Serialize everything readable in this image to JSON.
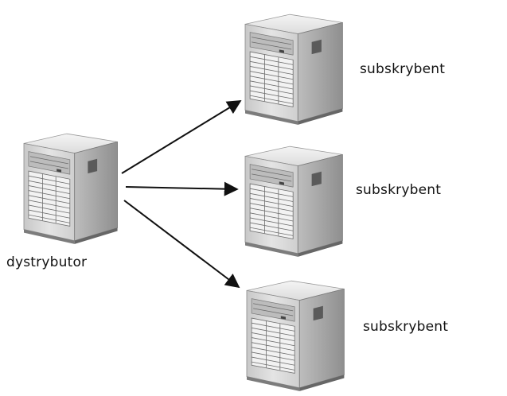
{
  "diagram": {
    "distributor": {
      "label": "dystrybutor",
      "icon": "server-tower-icon"
    },
    "subscribers": [
      {
        "label": "subskrybent",
        "icon": "server-tower-icon"
      },
      {
        "label": "subskrybent",
        "icon": "server-tower-icon"
      },
      {
        "label": "subskrybent",
        "icon": "server-tower-icon"
      }
    ],
    "colors": {
      "arrow": "#111111",
      "server_front": "#d6d6d6",
      "server_side": "#a9a9a9",
      "server_top": "#ececec"
    }
  }
}
